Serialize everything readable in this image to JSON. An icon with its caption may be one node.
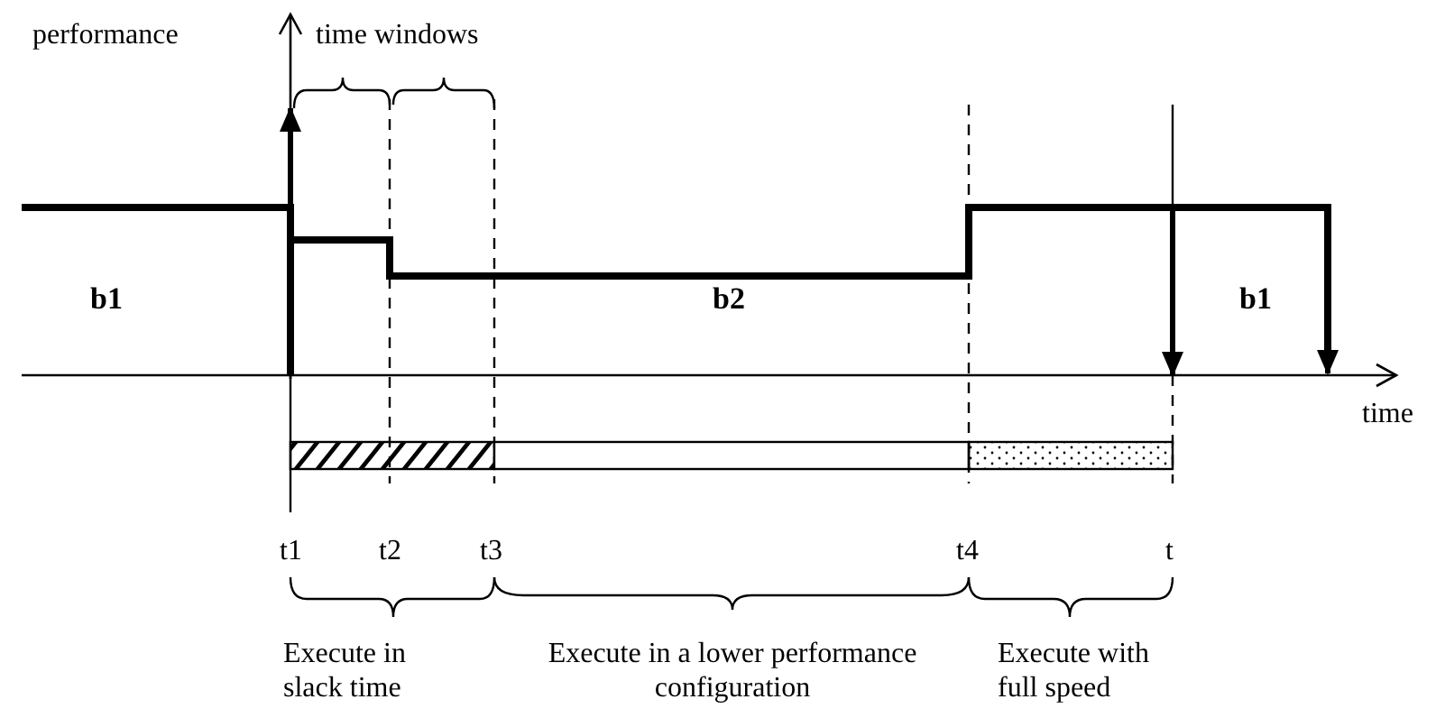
{
  "diagram": {
    "labels": [
      "performance",
      "time windows",
      "b1",
      "b2",
      "b1",
      "time",
      "t1",
      "t2",
      "t3",
      "t4",
      "t",
      "Execute in slack time",
      "Execute in a lower performance configuration",
      "Execute with full speed"
    ]
  }
}
